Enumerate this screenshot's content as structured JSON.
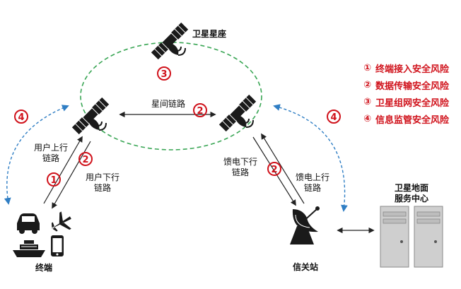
{
  "diagram": {
    "constellation_label": "卫星星座",
    "isl_label": "星间链路",
    "uplink_label_line1": "用户上行",
    "uplink_label_line2": "链路",
    "downlink_label_line1": "用户下行",
    "downlink_label_line2": "链路",
    "feeder_down_label_line1": "馈电下行",
    "feeder_down_label_line2": "链路",
    "feeder_up_label_line1": "馈电上行",
    "feeder_up_label_line2": "链路",
    "terminal_label": "终端",
    "gateway_label": "信关站",
    "ground_center_label_line1": "卫星地面",
    "ground_center_label_line2": "服务中心"
  },
  "markers": {
    "m1": "1",
    "m2": "2",
    "m3": "3",
    "m4": "4"
  },
  "legend": {
    "items": [
      {
        "num": "①",
        "text": "终端接入安全风险"
      },
      {
        "num": "②",
        "text": "数据传输安全风险"
      },
      {
        "num": "③",
        "text": "卫星组网安全风险"
      },
      {
        "num": "④",
        "text": "信息监管安全风险"
      }
    ]
  },
  "colors": {
    "risk_red": "#d0121b",
    "orbit_green": "#3aa655",
    "monitor_blue": "#2f7ec4",
    "icon_dark": "#1a1a1a",
    "server_gray": "#cfcfcf"
  },
  "icons": [
    "satellite-icon",
    "car-icon",
    "airplane-icon",
    "ship-icon",
    "phone-icon",
    "dish-antenna-icon",
    "server-icon"
  ]
}
